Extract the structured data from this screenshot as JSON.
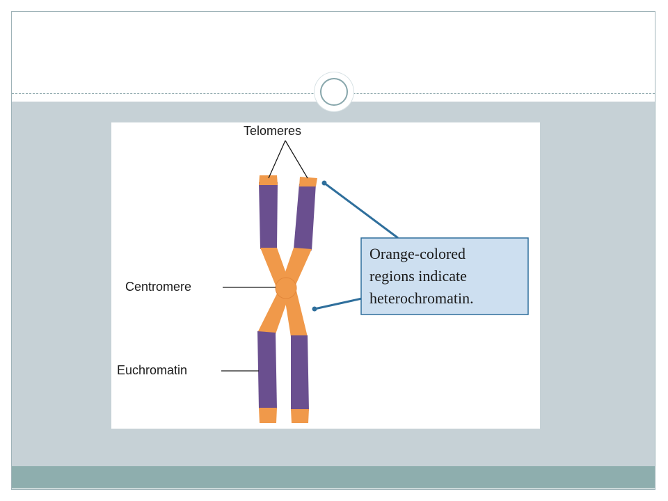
{
  "diagram": {
    "labels": {
      "telomeres": "Telomeres",
      "centromere": "Centromere",
      "euchromatin": "Euchromatin"
    },
    "note_lines": [
      "Orange-colored",
      "regions indicate",
      "heterochromatin."
    ],
    "colors": {
      "heterochromatin": "#f0994a",
      "euchromatin": "#6a4f8f",
      "callout_fill": "#cddff0",
      "callout_border": "#2f6f9c",
      "leader": "#2f6f9c"
    }
  }
}
